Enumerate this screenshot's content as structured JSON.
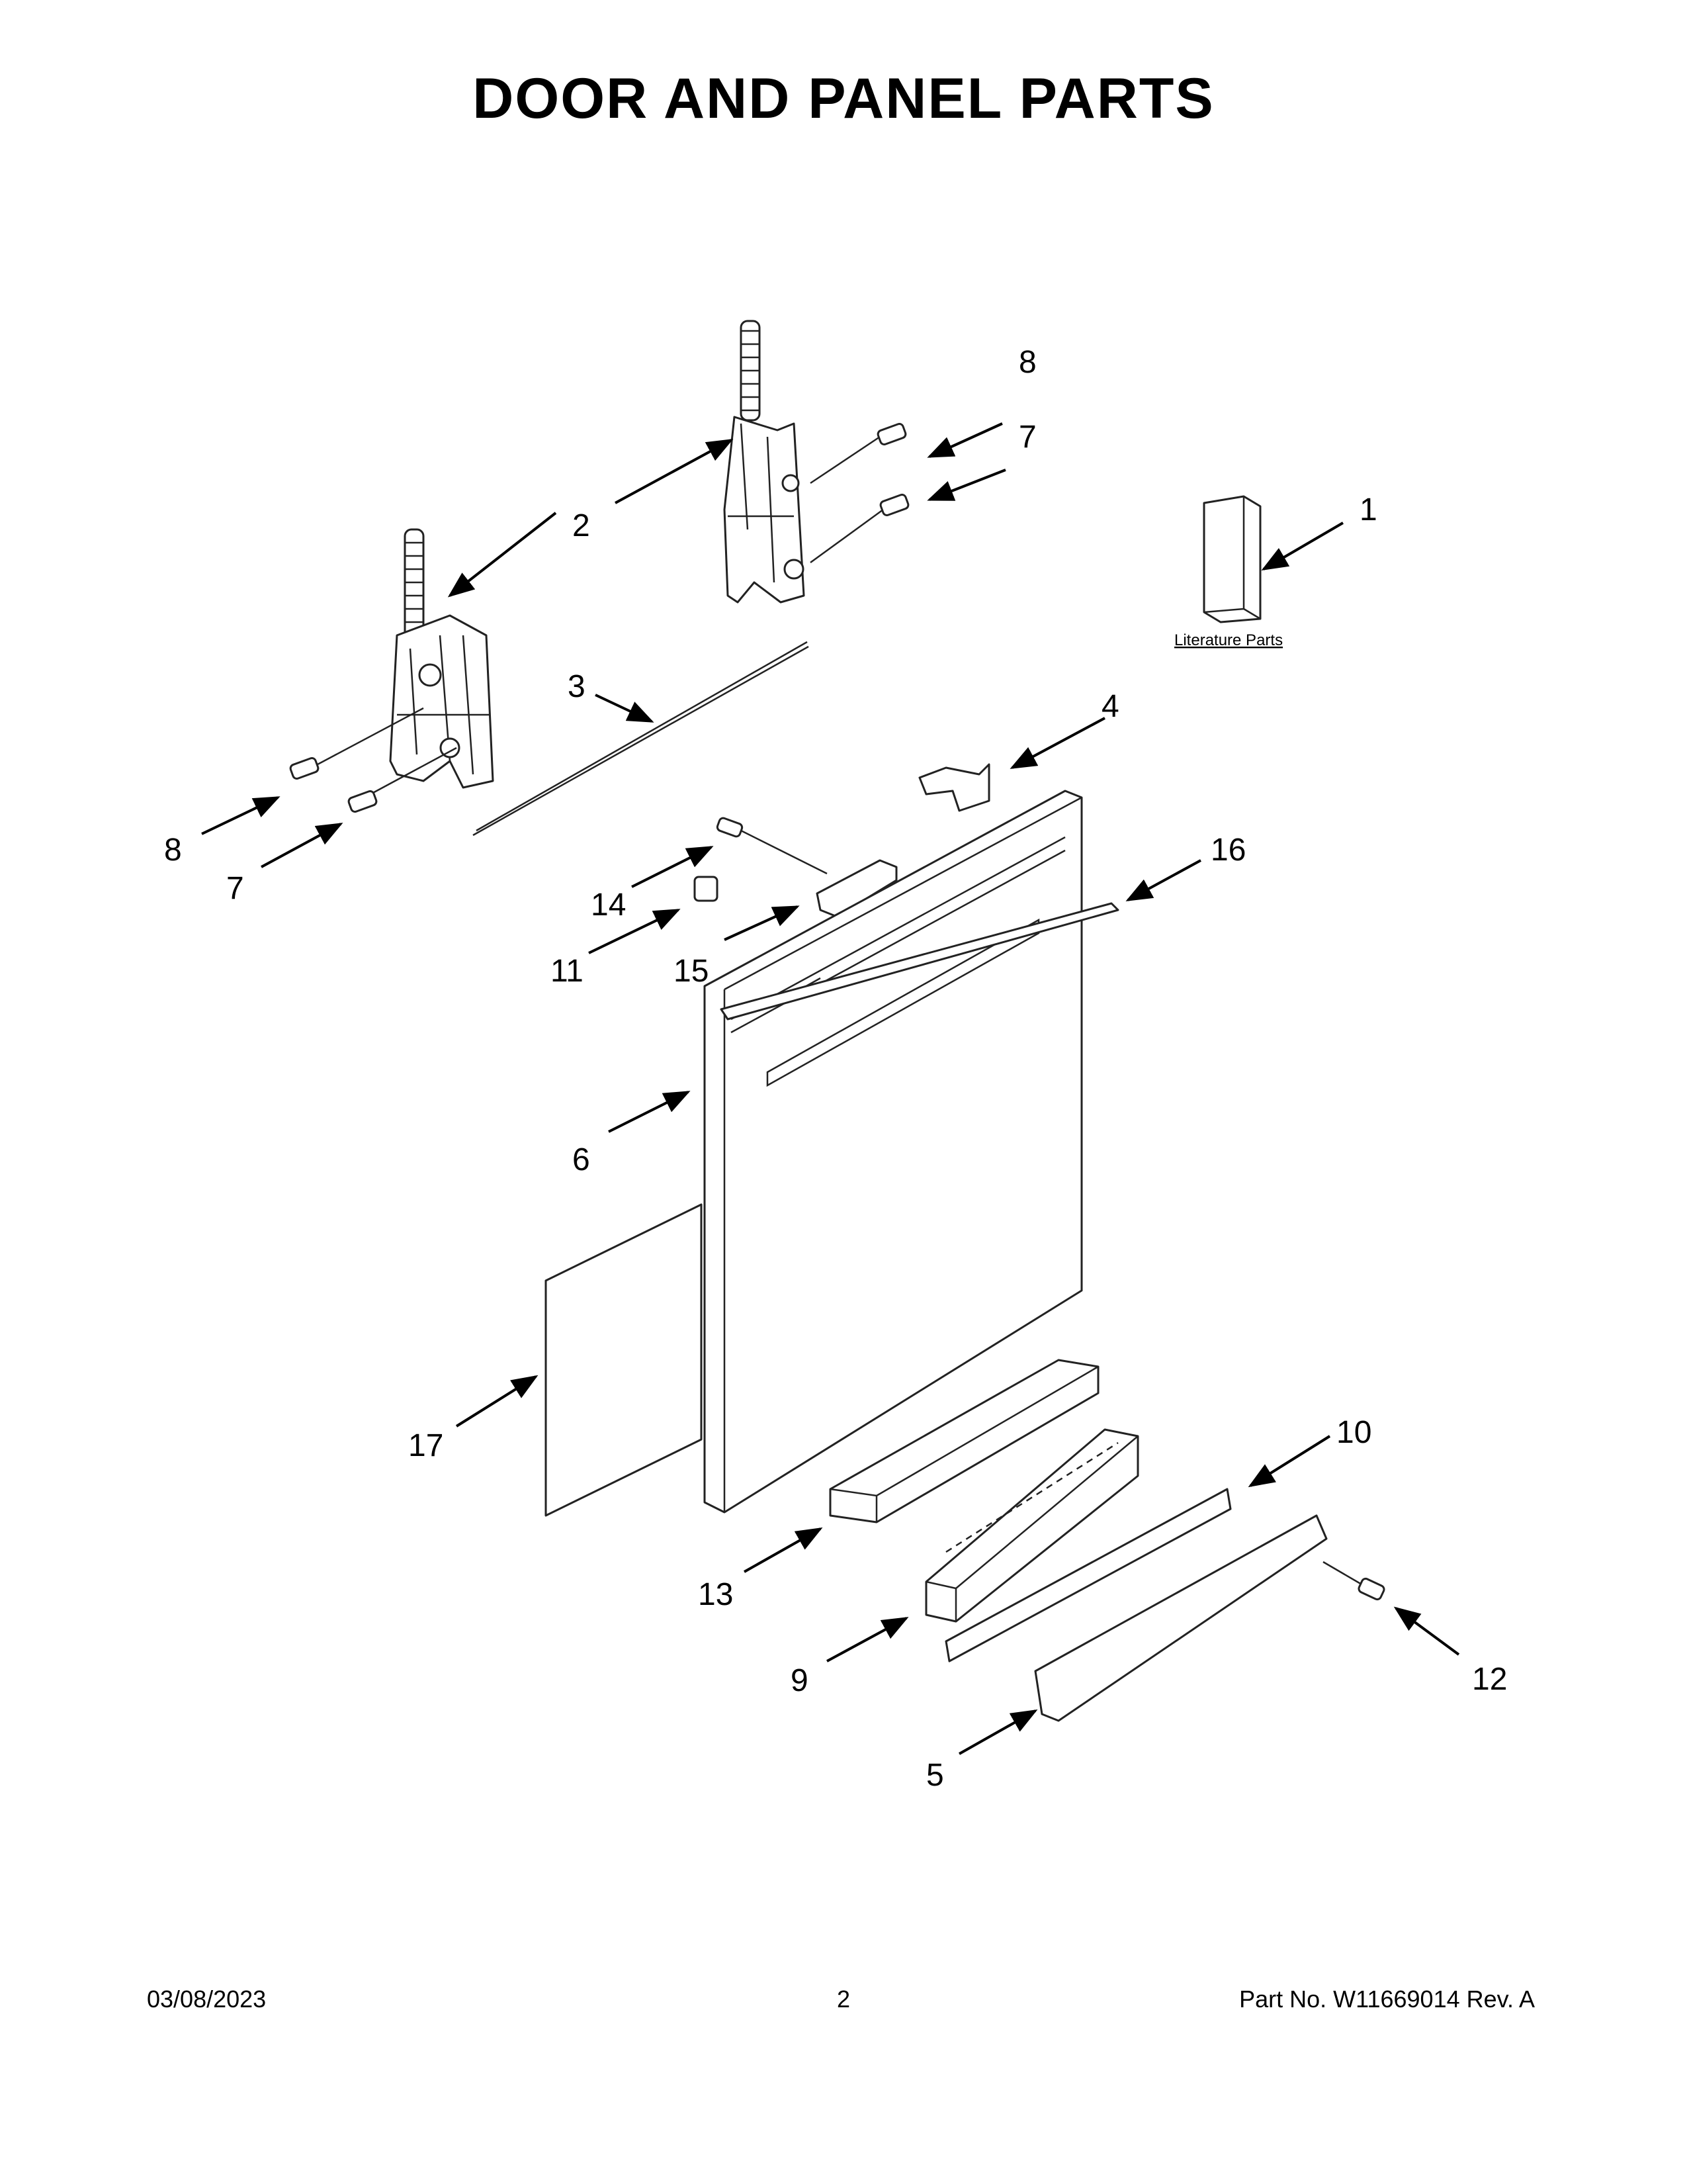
{
  "title": "DOOR AND PANEL PARTS",
  "literature_label": "Literature Parts",
  "callouts": {
    "c1": "1",
    "c2": "2",
    "c3": "3",
    "c4": "4",
    "c5": "5",
    "c6": "6",
    "c7a": "7",
    "c7b": "7",
    "c8a": "8",
    "c8b": "8",
    "c9": "9",
    "c10": "10",
    "c11": "11",
    "c12": "12",
    "c13": "13",
    "c14": "14",
    "c15": "15",
    "c16": "16",
    "c17": "17"
  },
  "footer": {
    "date": "03/08/2023",
    "page": "2",
    "part_no": "Part No.  W11669014  Rev.  A"
  }
}
